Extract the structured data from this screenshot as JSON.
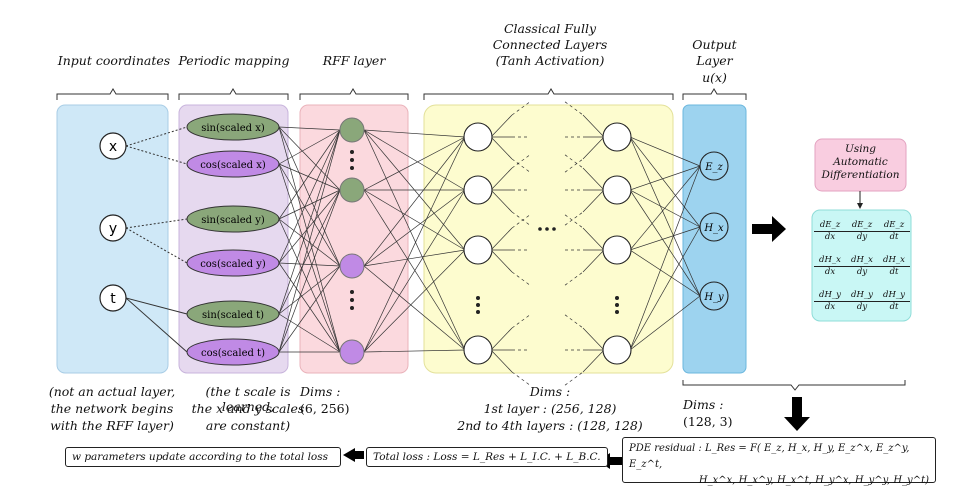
{
  "headers": {
    "input": "Input coordinates",
    "periodic": "Periodic mapping",
    "rff": "RFF layer",
    "fc_line1": "Classical Fully",
    "fc_line2": "Connected Layers",
    "fc_line3": "(Tanh Activation)",
    "out_line1": "Output",
    "out_line2": "Layer",
    "out_line3": "u(x)"
  },
  "inputs": [
    "x",
    "y",
    "t"
  ],
  "periodic_nodes": [
    "sin(scaled x)",
    "cos(scaled x)",
    "sin(scaled y)",
    "cos(scaled y)",
    "sin(scaled t)",
    "cos(scaled t)"
  ],
  "outputs": [
    "E_z",
    "H_x",
    "H_y"
  ],
  "autodiff": {
    "line1": "Using",
    "line2": "Automatic",
    "line3": "Differentiation"
  },
  "derivatives": [
    [
      "dE_z/dx",
      "dE_z/dy",
      "dE_z/dt"
    ],
    [
      "dH_x/dx",
      "dH_x/dy",
      "dH_x/dt"
    ],
    [
      "dH_y/dx",
      "dH_y/dy",
      "dH_y/dt"
    ]
  ],
  "notes": {
    "input_1": "(not an actual layer,",
    "input_2": "the network begins",
    "input_3": "with the RFF layer)",
    "periodic_1": "(the t scale is learned,",
    "periodic_2": "the x and y scales",
    "periodic_3": "are constant)",
    "rff_dims_1": "Dims :",
    "rff_dims_2": "(6, 256)",
    "fc_dims_1": "Dims :",
    "fc_dims_2": "1st layer : (256, 128)",
    "fc_dims_3": "2nd to 4th layers : (128, 128)",
    "out_dims_1": "Dims :",
    "out_dims_2": "(128, 3)"
  },
  "boxes": {
    "pde_line1": "PDE residual : L_Res = F(   E_z, H_x, H_y, E_z^x, E_z^y, E_z^t,",
    "pde_line2": "H_x^x, H_x^y, H_x^t, H_y^x, H_y^y, H_y^t)",
    "total_loss": "Total loss : Loss = L_Res + L_I.C. + L_B.C.",
    "update": "w parameters update according to the total loss"
  },
  "colors": {
    "input_bg": "#cfe8f7",
    "periodic_bg": "#e6d9ef",
    "rff_bg": "#fbd9de",
    "fc_bg": "#fdfccf",
    "output_bg": "#9dd3ef",
    "autodiff_bg": "#f9cde0",
    "deriv_bg": "#c9f7f5",
    "green_node": "#8aa77a",
    "purple_node": "#c08ae5"
  }
}
